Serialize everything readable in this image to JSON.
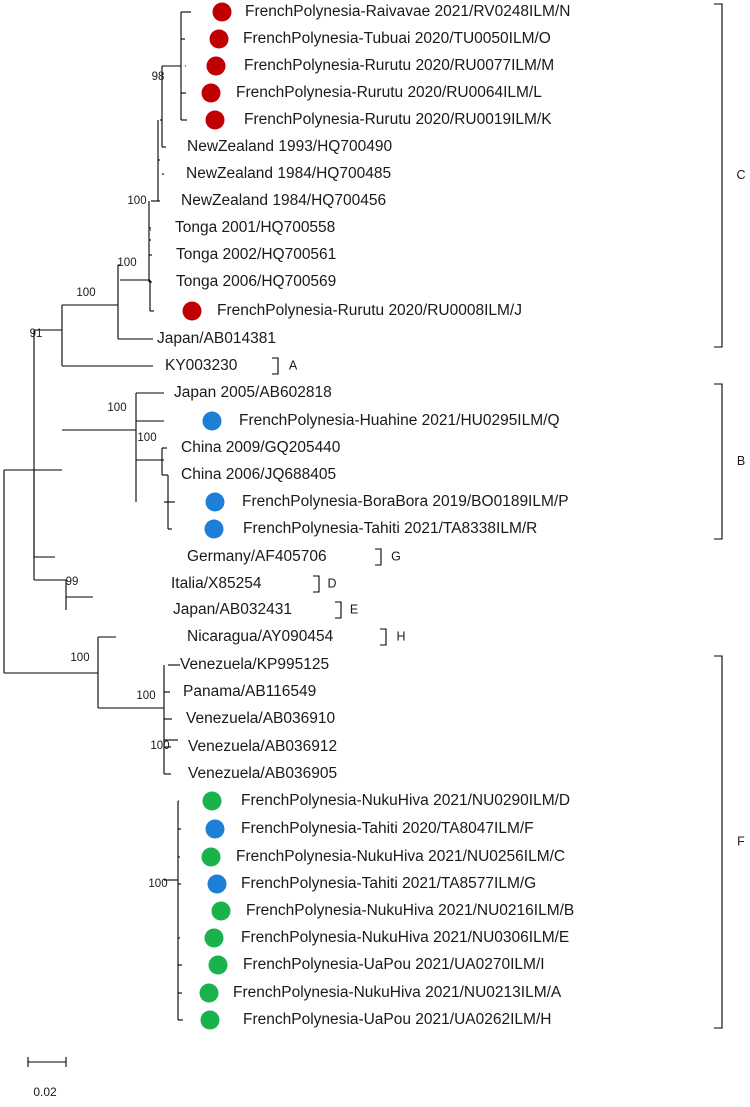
{
  "tree": {
    "scale_bar": {
      "label": "0.02"
    },
    "support_values": [
      "98",
      "100",
      "100",
      "100",
      "91",
      "100",
      "100",
      "99",
      "100",
      "100",
      "100",
      "100"
    ],
    "leaves": [
      {
        "label": "FrenchPolynesia-Raivavae 2021/RV0248ILM/N",
        "marker": "red"
      },
      {
        "label": "FrenchPolynesia-Tubuai 2020/TU0050ILM/O",
        "marker": "red"
      },
      {
        "label": "FrenchPolynesia-Rurutu 2020/RU0077ILM/M",
        "marker": "red"
      },
      {
        "label": "FrenchPolynesia-Rurutu 2020/RU0064ILM/L",
        "marker": "red"
      },
      {
        "label": "FrenchPolynesia-Rurutu 2020/RU0019ILM/K",
        "marker": "red"
      },
      {
        "label": "NewZealand 1993/HQ700490",
        "marker": ""
      },
      {
        "label": "NewZealand 1984/HQ700485",
        "marker": ""
      },
      {
        "label": "NewZealand 1984/HQ700456",
        "marker": ""
      },
      {
        "label": "Tonga 2001/HQ700558",
        "marker": ""
      },
      {
        "label": "Tonga 2002/HQ700561",
        "marker": ""
      },
      {
        "label": "Tonga 2006/HQ700569",
        "marker": ""
      },
      {
        "label": "FrenchPolynesia-Rurutu 2020/RU0008ILM/J",
        "marker": "red"
      },
      {
        "label": "Japan/AB014381",
        "marker": ""
      },
      {
        "label": "KY003230",
        "marker": ""
      },
      {
        "label": "Japan 2005/AB602818",
        "marker": ""
      },
      {
        "label": "FrenchPolynesia-Huahine 2021/HU0295ILM/Q",
        "marker": "blue"
      },
      {
        "label": "China 2009/GQ205440",
        "marker": ""
      },
      {
        "label": "China 2006/JQ688405",
        "marker": ""
      },
      {
        "label": "FrenchPolynesia-BoraBora 2019/BO0189ILM/P",
        "marker": "blue"
      },
      {
        "label": "FrenchPolynesia-Tahiti 2021/TA8338ILM/R",
        "marker": "blue"
      },
      {
        "label": "Germany/AF405706",
        "marker": ""
      },
      {
        "label": "Italia/X85254",
        "marker": ""
      },
      {
        "label": "Japan/AB032431",
        "marker": ""
      },
      {
        "label": "Nicaragua/AY090454",
        "marker": ""
      },
      {
        "label": "Venezuela/KP995125",
        "marker": ""
      },
      {
        "label": "Panama/AB116549",
        "marker": ""
      },
      {
        "label": "Venezuela/AB036910",
        "marker": ""
      },
      {
        "label": "Venezuela/AB036912",
        "marker": ""
      },
      {
        "label": "Venezuela/AB036905",
        "marker": ""
      },
      {
        "label": "FrenchPolynesia-NukuHiva 2021/NU0290ILM/D",
        "marker": "green"
      },
      {
        "label": "FrenchPolynesia-Tahiti 2020/TA8047ILM/F",
        "marker": "blue"
      },
      {
        "label": "FrenchPolynesia-NukuHiva 2021/NU0256ILM/C",
        "marker": "green"
      },
      {
        "label": "FrenchPolynesia-Tahiti 2021/TA8577ILM/G",
        "marker": "blue"
      },
      {
        "label": "FrenchPolynesia-NukuHiva 2021/NU0216ILM/B",
        "marker": "green"
      },
      {
        "label": "FrenchPolynesia-NukuHiva 2021/NU0306ILM/E",
        "marker": "green"
      },
      {
        "label": "FrenchPolynesia-UaPou 2021/UA0270ILM/I",
        "marker": "green"
      },
      {
        "label": "FrenchPolynesia-NukuHiva 2021/NU0213ILM/A",
        "marker": "green"
      },
      {
        "label": "FrenchPolynesia-UaPou 2021/UA0262ILM/H",
        "marker": "green"
      }
    ],
    "clades": [
      "C",
      "A",
      "B",
      "G",
      "D",
      "E",
      "H",
      "F"
    ],
    "marker_colors": {
      "red": "#c00000",
      "blue": "#1e7fd6",
      "green": "#19b24b"
    }
  }
}
